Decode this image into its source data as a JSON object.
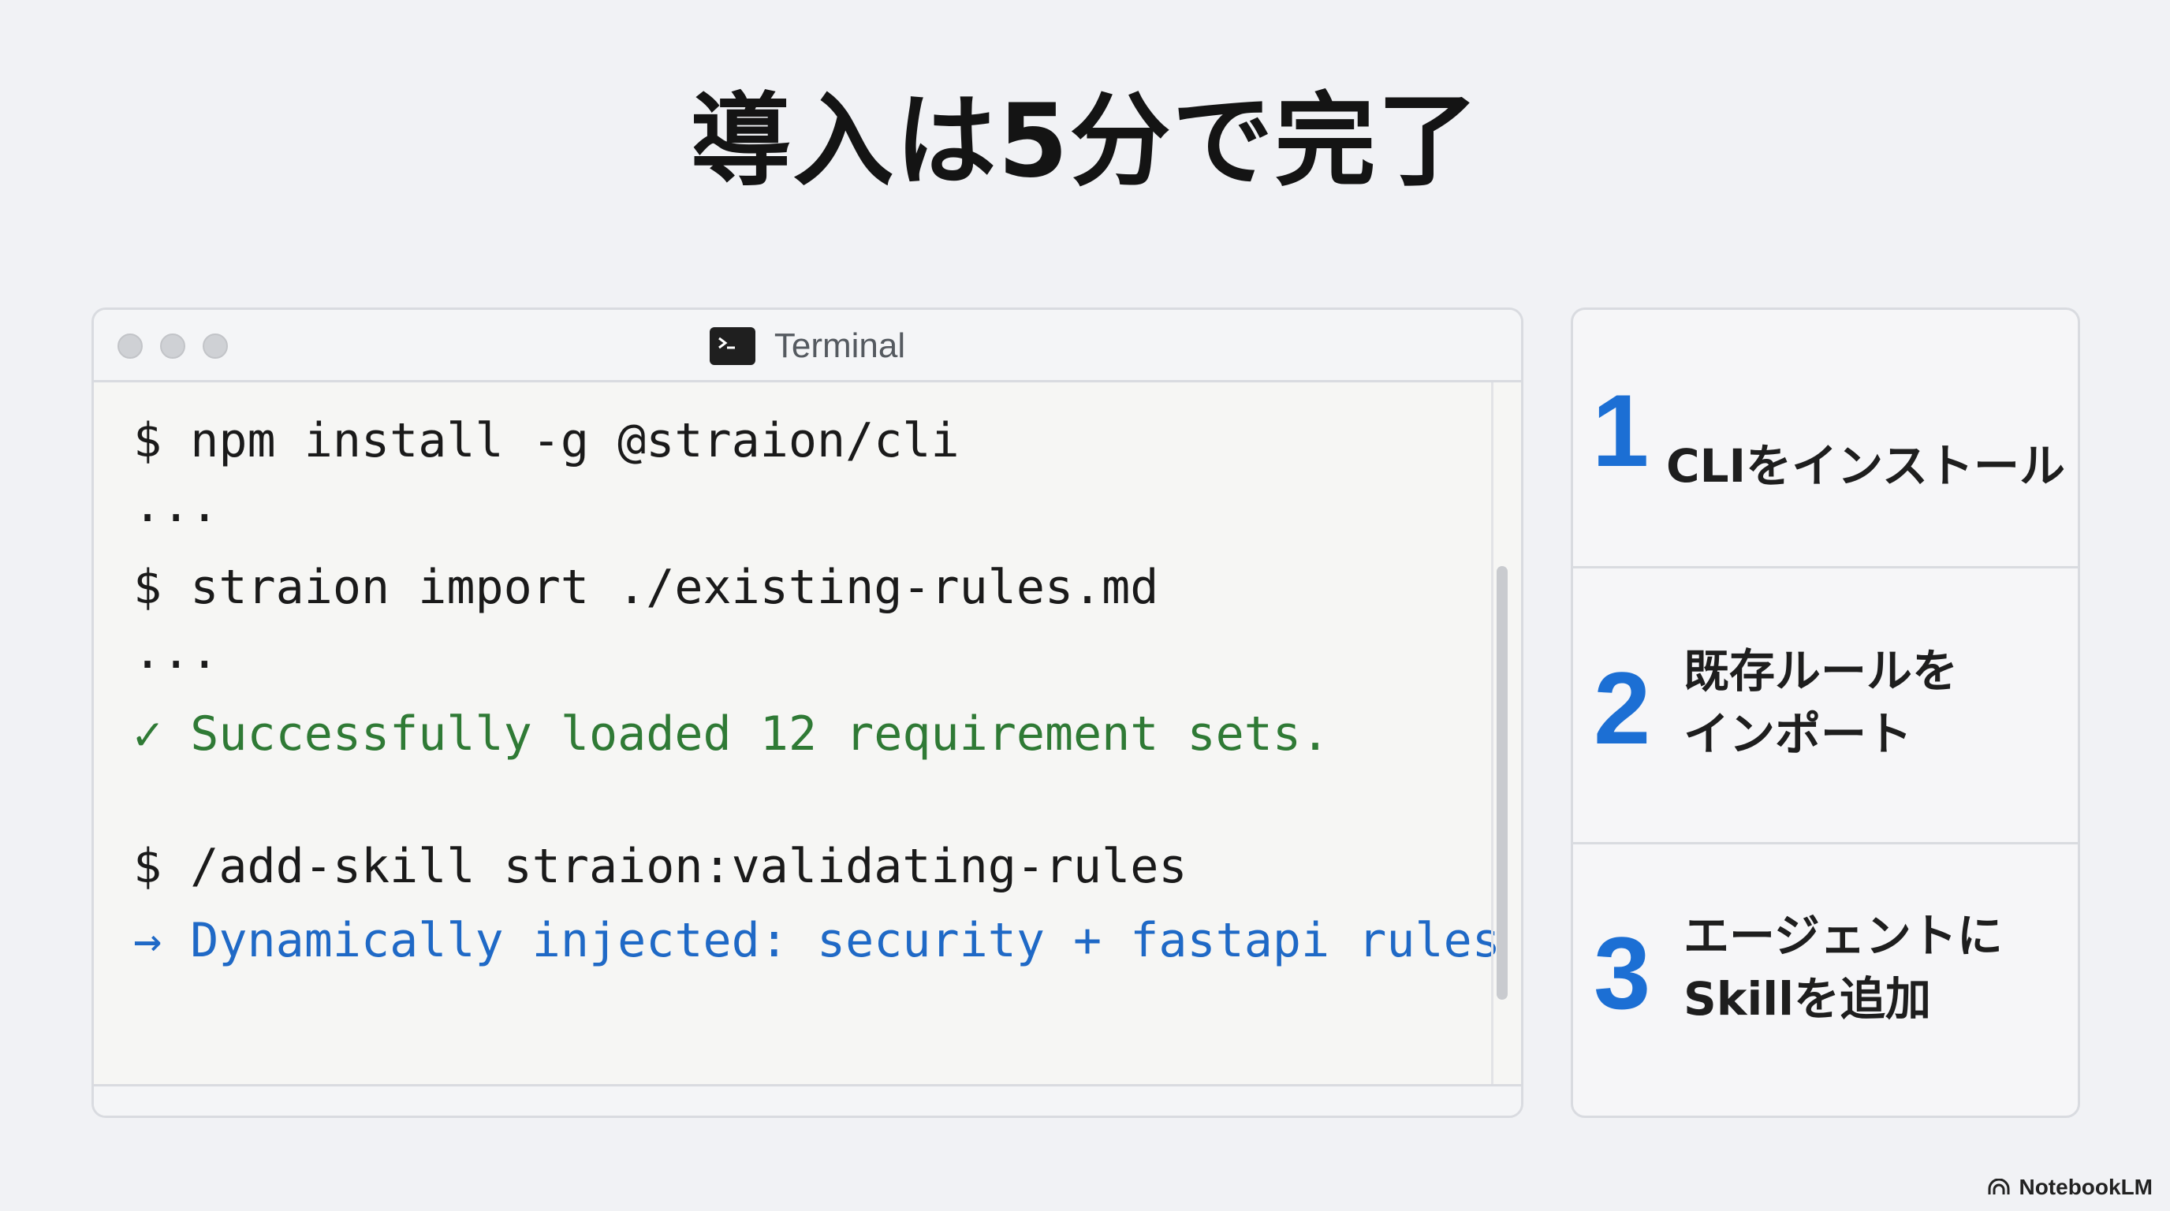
{
  "page": {
    "title": "導入は5分で完了"
  },
  "terminal": {
    "window_title": "Terminal",
    "lines": [
      {
        "text": "$ npm install -g @straion/cli",
        "kind": "command"
      },
      {
        "text": "...",
        "kind": "output"
      },
      {
        "text": "$ straion import ./existing-rules.md",
        "kind": "command"
      },
      {
        "text": "...",
        "kind": "output"
      },
      {
        "text": "✓ Successfully loaded 12 requirement sets.",
        "kind": "success"
      },
      {
        "text": "$ /add-skill straion:validating-rules",
        "kind": "command"
      },
      {
        "text": "→ Dynamically injected: security + fastapi rules",
        "kind": "info"
      }
    ],
    "colors": {
      "success": "#2f7a35",
      "info": "#1f69c6"
    }
  },
  "steps": [
    {
      "number": "1",
      "text": "CLIをインストール"
    },
    {
      "number": "2",
      "text_line1": "既存ルールを",
      "text_line2": "インポート"
    },
    {
      "number": "3",
      "text_line1": "エージェントに",
      "text_line2": "Skillを追加"
    }
  ],
  "brand": {
    "name": "NotebookLM",
    "accent": "#1c6fd4"
  }
}
